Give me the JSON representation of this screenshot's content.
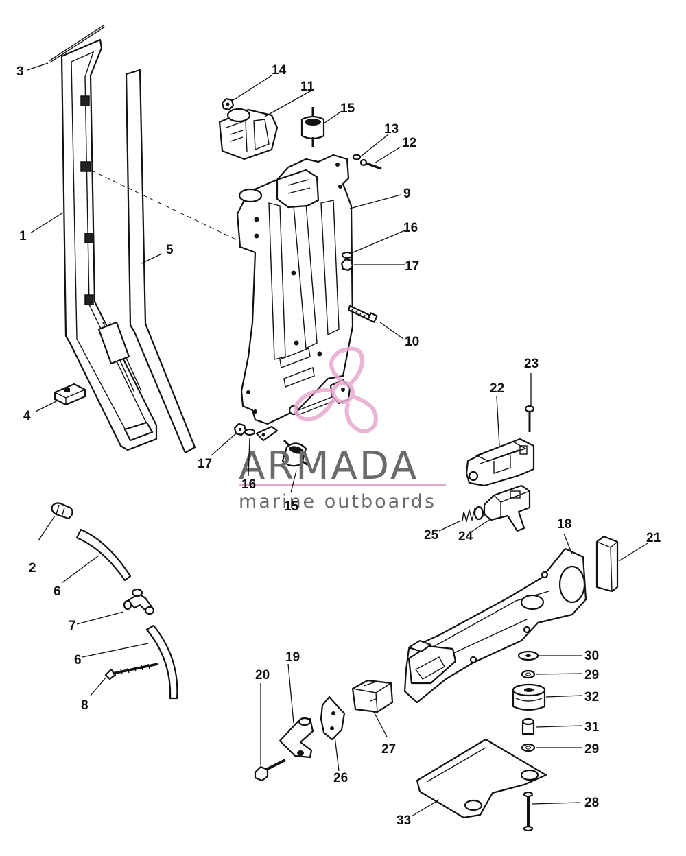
{
  "diagram": {
    "type": "exploded-parts-view",
    "callouts": [
      {
        "id": "c1",
        "num": "1"
      },
      {
        "id": "c2",
        "num": "2"
      },
      {
        "id": "c3",
        "num": "3"
      },
      {
        "id": "c4",
        "num": "4"
      },
      {
        "id": "c5",
        "num": "5"
      },
      {
        "id": "c6a",
        "num": "6"
      },
      {
        "id": "c6b",
        "num": "6"
      },
      {
        "id": "c7",
        "num": "7"
      },
      {
        "id": "c8",
        "num": "8"
      },
      {
        "id": "c9",
        "num": "9"
      },
      {
        "id": "c10",
        "num": "10"
      },
      {
        "id": "c11",
        "num": "11"
      },
      {
        "id": "c12",
        "num": "12"
      },
      {
        "id": "c13",
        "num": "13"
      },
      {
        "id": "c14",
        "num": "14"
      },
      {
        "id": "c15a",
        "num": "15"
      },
      {
        "id": "c15b",
        "num": "15"
      },
      {
        "id": "c16a",
        "num": "16"
      },
      {
        "id": "c16b",
        "num": "16"
      },
      {
        "id": "c17a",
        "num": "17"
      },
      {
        "id": "c17b",
        "num": "17"
      },
      {
        "id": "c18",
        "num": "18"
      },
      {
        "id": "c19",
        "num": "19"
      },
      {
        "id": "c20",
        "num": "20"
      },
      {
        "id": "c21",
        "num": "21"
      },
      {
        "id": "c22",
        "num": "22"
      },
      {
        "id": "c23",
        "num": "23"
      },
      {
        "id": "c24",
        "num": "24"
      },
      {
        "id": "c25",
        "num": "25"
      },
      {
        "id": "c26",
        "num": "26"
      },
      {
        "id": "c27",
        "num": "27"
      },
      {
        "id": "c28",
        "num": "28"
      },
      {
        "id": "c29a",
        "num": "29"
      },
      {
        "id": "c29b",
        "num": "29"
      },
      {
        "id": "c30",
        "num": "30"
      },
      {
        "id": "c31",
        "num": "31"
      },
      {
        "id": "c32",
        "num": "32"
      },
      {
        "id": "c33",
        "num": "33"
      }
    ]
  },
  "watermark": {
    "title": "ARMADA",
    "subtitle": "marine outboards",
    "logo_color": "#e8a9cf",
    "text_color": "#6a6a6a"
  },
  "colors": {
    "line": "#111111",
    "background": "#ffffff"
  }
}
